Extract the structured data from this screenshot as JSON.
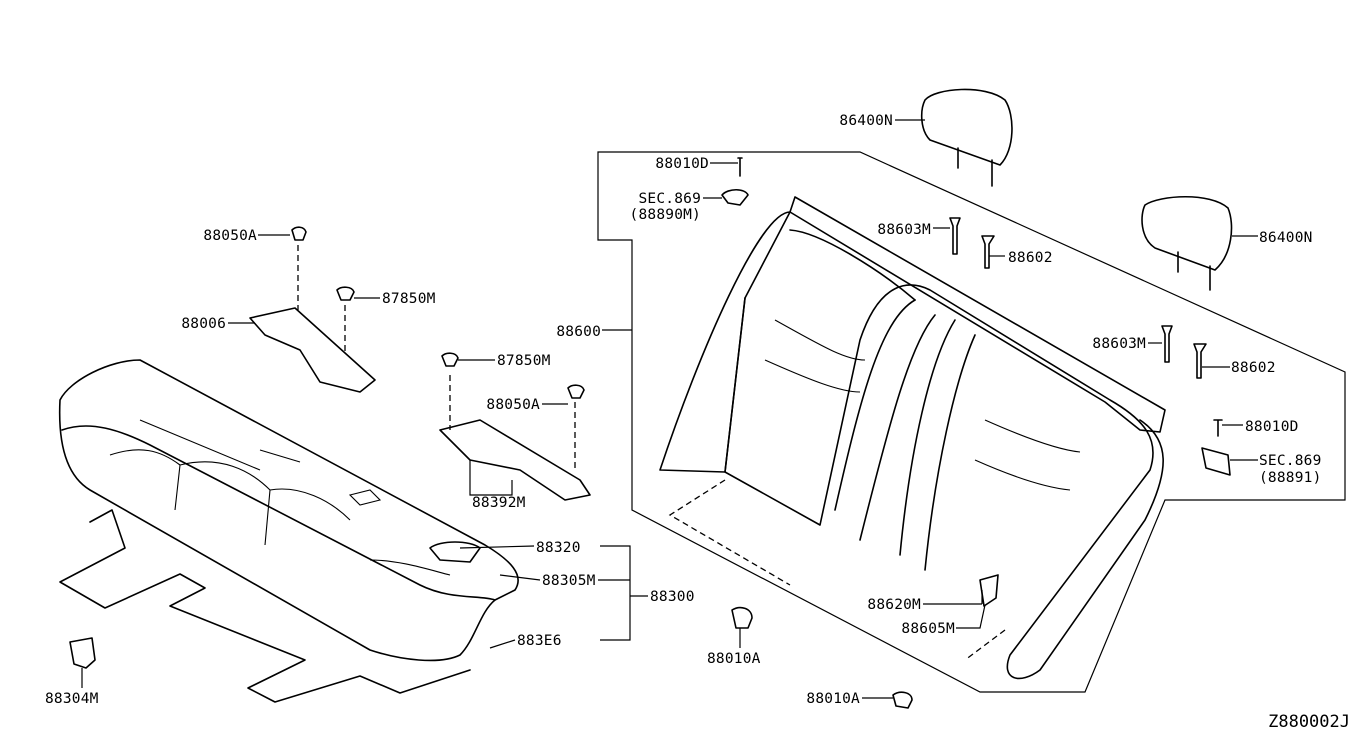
{
  "diagram_code": "Z880002J",
  "labels": {
    "p86400N_a": "86400N",
    "p86400N_b": "86400N",
    "p88010D_a": "88010D",
    "sec869_a": "SEC.869",
    "sec869_a_sub": "(88890M)",
    "p88603M_a": "88603M",
    "p88602_a": "88602",
    "p88600": "88600",
    "p88603M_b": "88603M",
    "p88602_b": "88602",
    "p88010D_b": "88010D",
    "sec869_b": "SEC.869",
    "sec869_b_sub": "(88891)",
    "p88620M": "88620M",
    "p88605M": "88605M",
    "p88010A_a": "88010A",
    "p88010A_b": "88010A",
    "p88050A_a": "88050A",
    "p87850M_a": "87850M",
    "p88006": "88006",
    "p87850M_b": "87850M",
    "p88050A_b": "88050A",
    "p88392M": "88392M",
    "p88320": "88320",
    "p88305M": "88305M",
    "p88300": "88300",
    "p883E6": "883E6",
    "p88304M": "88304M"
  }
}
